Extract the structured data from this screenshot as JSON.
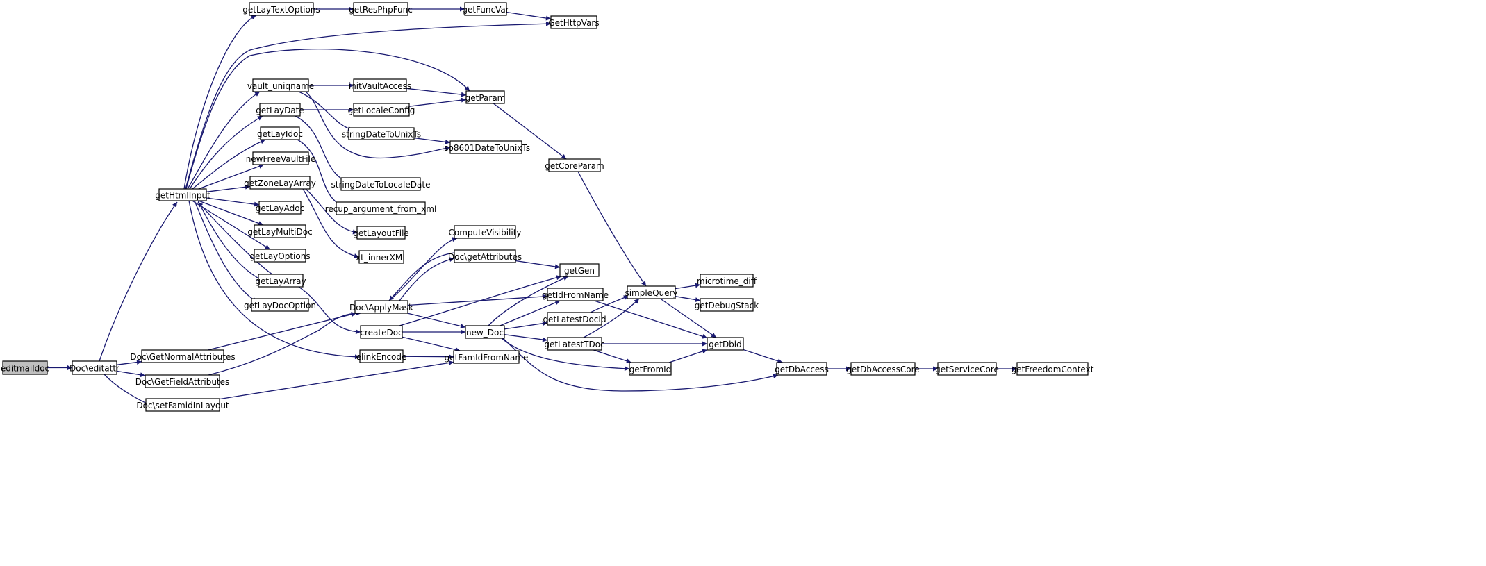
{
  "graph": {
    "type": "call-graph",
    "colors": {
      "edge": "#191970",
      "root_fill": "#bfbfbf",
      "node_fill": "#ffffff",
      "node_border": "#000000"
    },
    "nodes": [
      {
        "id": "editmaildoc",
        "label": "editmaildoc",
        "root": true
      },
      {
        "id": "editattr",
        "label": "Doc\\editattr"
      },
      {
        "id": "getHtmlInput",
        "label": "getHtmlInput"
      },
      {
        "id": "GetNormalAttributes",
        "label": "Doc\\GetNormalAttributes"
      },
      {
        "id": "GetFieldAttributes",
        "label": "Doc\\GetFieldAttributes"
      },
      {
        "id": "setFamidInLayout",
        "label": "Doc\\setFamidInLayout"
      },
      {
        "id": "getLayTextOptions",
        "label": "getLayTextOptions"
      },
      {
        "id": "getResPhpFunc",
        "label": "getResPhpFunc"
      },
      {
        "id": "getFuncVar",
        "label": "getFuncVar"
      },
      {
        "id": "GetHttpVars",
        "label": "GetHttpVars"
      },
      {
        "id": "vault_uniqname",
        "label": "vault_uniqname"
      },
      {
        "id": "initVaultAccess",
        "label": "initVaultAccess"
      },
      {
        "id": "getParam",
        "label": "getParam"
      },
      {
        "id": "getLayDate",
        "label": "getLayDate"
      },
      {
        "id": "getLocaleConfig",
        "label": "getLocaleConfig"
      },
      {
        "id": "stringDateToUnixTs",
        "label": "stringDateToUnixTs"
      },
      {
        "id": "iso8601DateToUnixTs",
        "label": "iso8601DateToUnixTs"
      },
      {
        "id": "getLayIdoc",
        "label": "getLayIdoc"
      },
      {
        "id": "newFreeVaultFile",
        "label": "newFreeVaultFile"
      },
      {
        "id": "stringDateToLocaleDate",
        "label": "stringDateToLocaleDate"
      },
      {
        "id": "getCoreParam",
        "label": "getCoreParam"
      },
      {
        "id": "getZoneLayArray",
        "label": "getZoneLayArray"
      },
      {
        "id": "recup_argument_from_xml",
        "label": "recup_argument_from_xml"
      },
      {
        "id": "getLayAdoc",
        "label": "getLayAdoc"
      },
      {
        "id": "getLayoutFile",
        "label": "getLayoutFile"
      },
      {
        "id": "getLayMultiDoc",
        "label": "getLayMultiDoc"
      },
      {
        "id": "ComputeVisibility",
        "label": "ComputeVisibility"
      },
      {
        "id": "getLayOptions",
        "label": "getLayOptions"
      },
      {
        "id": "xt_innerXML",
        "label": "xt_innerXML"
      },
      {
        "id": "getAttributes",
        "label": "Doc\\getAttributes"
      },
      {
        "id": "getGen",
        "label": "getGen"
      },
      {
        "id": "getLayArray",
        "label": "getLayArray"
      },
      {
        "id": "microtime_diff",
        "label": "microtime_diff"
      },
      {
        "id": "simpleQuery",
        "label": "simpleQuery"
      },
      {
        "id": "getIdFromName",
        "label": "getIdFromName"
      },
      {
        "id": "getLayDocOption",
        "label": "getLayDocOption"
      },
      {
        "id": "ApplyMask",
        "label": "Doc\\ApplyMask"
      },
      {
        "id": "getDebugStack",
        "label": "getDebugStack"
      },
      {
        "id": "getLatestDocId",
        "label": "getLatestDocId"
      },
      {
        "id": "createDoc",
        "label": "createDoc"
      },
      {
        "id": "new_Doc",
        "label": "new_Doc"
      },
      {
        "id": "getLatestTDoc",
        "label": "getLatestTDoc"
      },
      {
        "id": "getDbid",
        "label": "getDbid"
      },
      {
        "id": "elinkEncode",
        "label": "elinkEncode"
      },
      {
        "id": "getFamIdFromName",
        "label": "getFamIdFromName"
      },
      {
        "id": "getFromId",
        "label": "getFromId"
      },
      {
        "id": "getDbAccess",
        "label": "getDbAccess"
      },
      {
        "id": "getDbAccessCore",
        "label": "getDbAccessCore"
      },
      {
        "id": "getServiceCore",
        "label": "getServiceCore"
      },
      {
        "id": "getFreedomContext",
        "label": "getFreedomContext"
      }
    ],
    "edges": [
      [
        "editmaildoc",
        "editattr"
      ],
      [
        "editattr",
        "getHtmlInput"
      ],
      [
        "editattr",
        "GetNormalAttributes"
      ],
      [
        "editattr",
        "GetFieldAttributes"
      ],
      [
        "editattr",
        "setFamidInLayout"
      ],
      [
        "getHtmlInput",
        "getLayTextOptions"
      ],
      [
        "getHtmlInput",
        "GetHttpVars"
      ],
      [
        "getHtmlInput",
        "getParam"
      ],
      [
        "getHtmlInput",
        "vault_uniqname"
      ],
      [
        "getHtmlInput",
        "getLayDate"
      ],
      [
        "getHtmlInput",
        "getLayIdoc"
      ],
      [
        "getHtmlInput",
        "newFreeVaultFile"
      ],
      [
        "getHtmlInput",
        "getZoneLayArray"
      ],
      [
        "getHtmlInput",
        "getLayAdoc"
      ],
      [
        "getHtmlInput",
        "getLayMultiDoc"
      ],
      [
        "getHtmlInput",
        "getLayOptions"
      ],
      [
        "getHtmlInput",
        "getLayArray"
      ],
      [
        "getHtmlInput",
        "getLayDocOption"
      ],
      [
        "getHtmlInput",
        "elinkEncode"
      ],
      [
        "getLayArray",
        "getHtmlInput"
      ],
      [
        "getLayArray",
        "createDoc"
      ],
      [
        "getLayTextOptions",
        "getResPhpFunc"
      ],
      [
        "getResPhpFunc",
        "getFuncVar"
      ],
      [
        "getFuncVar",
        "GetHttpVars"
      ],
      [
        "vault_uniqname",
        "initVaultAccess"
      ],
      [
        "vault_uniqname",
        "stringDateToUnixTs"
      ],
      [
        "vault_uniqname",
        "iso8601DateToUnixTs"
      ],
      [
        "initVaultAccess",
        "getParam"
      ],
      [
        "getLayDate",
        "getLocaleConfig"
      ],
      [
        "getLayDate",
        "stringDateToLocaleDate"
      ],
      [
        "getLocaleConfig",
        "getParam"
      ],
      [
        "stringDateToUnixTs",
        "iso8601DateToUnixTs"
      ],
      [
        "getLayIdoc",
        "recup_argument_from_xml"
      ],
      [
        "getZoneLayArray",
        "getLayoutFile"
      ],
      [
        "getZoneLayArray",
        "xt_innerXML"
      ],
      [
        "getParam",
        "getCoreParam"
      ],
      [
        "getCoreParam",
        "simpleQuery"
      ],
      [
        "GetNormalAttributes",
        "ApplyMask"
      ],
      [
        "GetFieldAttributes",
        "ApplyMask"
      ],
      [
        "setFamidInLayout",
        "getFamIdFromName"
      ],
      [
        "ApplyMask",
        "ComputeVisibility"
      ],
      [
        "ApplyMask",
        "getAttributes"
      ],
      [
        "getAttributes",
        "ApplyMask"
      ],
      [
        "getAttributes",
        "getGen"
      ],
      [
        "ApplyMask",
        "getIdFromName"
      ],
      [
        "ApplyMask",
        "new_Doc"
      ],
      [
        "createDoc",
        "getGen"
      ],
      [
        "createDoc",
        "new_Doc"
      ],
      [
        "createDoc",
        "getFamIdFromName"
      ],
      [
        "elinkEncode",
        "getFamIdFromName"
      ],
      [
        "new_Doc",
        "getGen"
      ],
      [
        "new_Doc",
        "getIdFromName"
      ],
      [
        "new_Doc",
        "getLatestDocId"
      ],
      [
        "new_Doc",
        "getLatestTDoc"
      ],
      [
        "new_Doc",
        "getFromId"
      ],
      [
        "new_Doc",
        "getDbAccess"
      ],
      [
        "getIdFromName",
        "getDbid"
      ],
      [
        "getLatestDocId",
        "simpleQuery"
      ],
      [
        "getLatestTDoc",
        "simpleQuery"
      ],
      [
        "getLatestTDoc",
        "getDbid"
      ],
      [
        "getLatestTDoc",
        "getFromId"
      ],
      [
        "getFromId",
        "getDbid"
      ],
      [
        "simpleQuery",
        "microtime_diff"
      ],
      [
        "simpleQuery",
        "getDebugStack"
      ],
      [
        "simpleQuery",
        "getDbid"
      ],
      [
        "getDbid",
        "getDbAccess"
      ],
      [
        "getDbAccess",
        "getDbAccessCore"
      ],
      [
        "getDbAccessCore",
        "getServiceCore"
      ],
      [
        "getServiceCore",
        "getFreedomContext"
      ]
    ]
  }
}
